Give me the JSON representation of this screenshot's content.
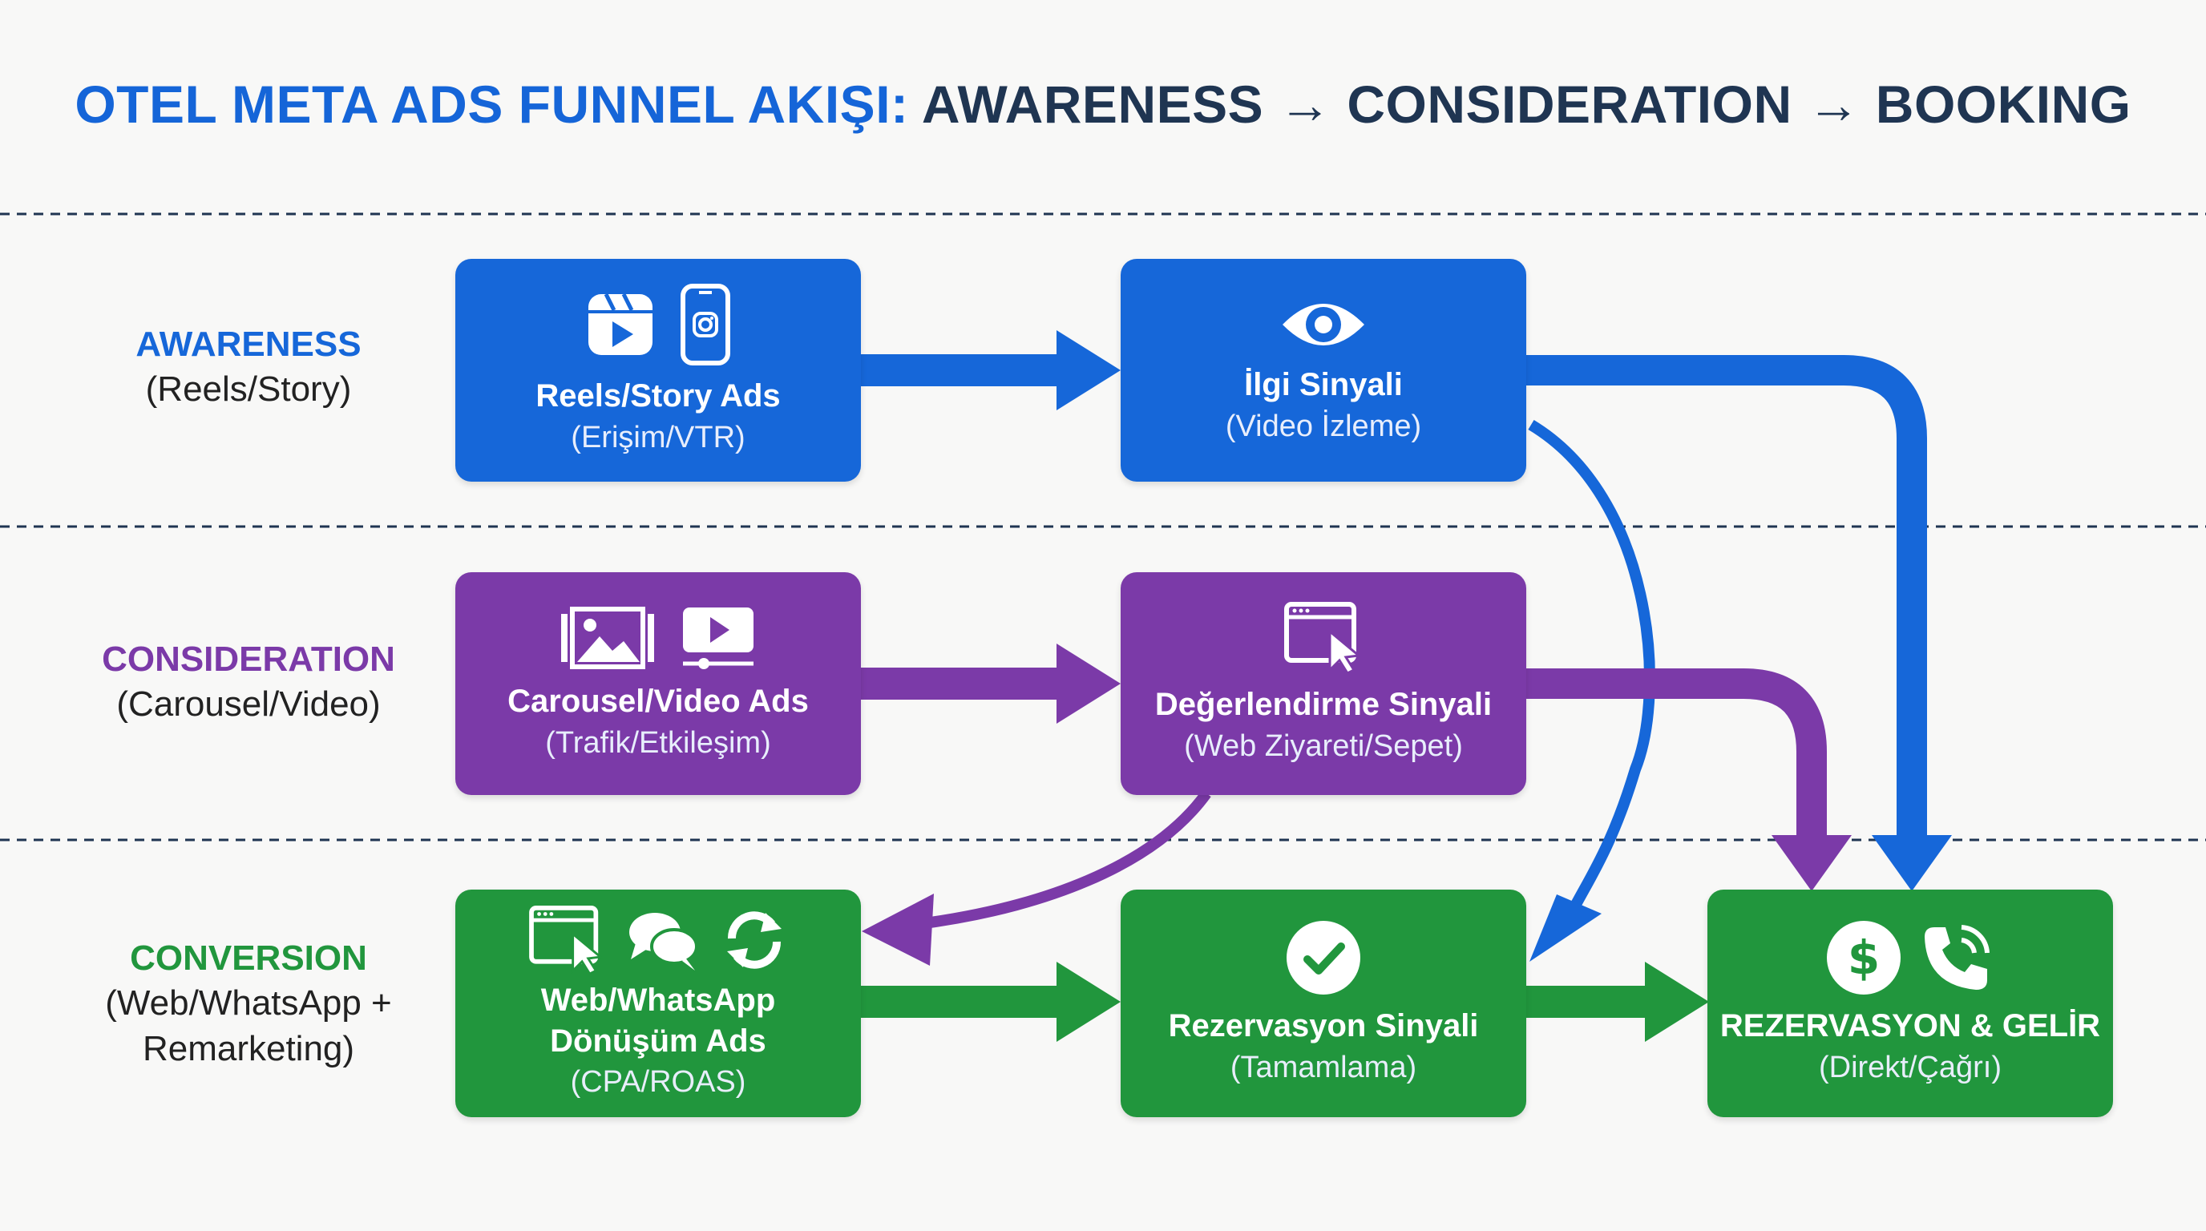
{
  "title": {
    "part1": "OTEL META ADS FUNNEL AKIŞI:",
    "part2": "AWARENESS → CONSIDERATION → BOOKING"
  },
  "colors": {
    "awareness": "#1667d9",
    "consideration": "#7b3aa8",
    "conversion": "#21963d",
    "title_accent": "#1565d8",
    "title_dark": "#1f3552",
    "divider": "#1f3552"
  },
  "stages": [
    {
      "name": "AWARENESS",
      "sub": "(Reels/Story)"
    },
    {
      "name": "CONSIDERATION",
      "sub": "(Carousel/Video)"
    },
    {
      "name": "CONVERSION",
      "sub": "(Web/WhatsApp +\nRemarketing)"
    }
  ],
  "boxes": {
    "reels_ads": {
      "title": "Reels/Story Ads",
      "sub": "(Erişim/VTR)",
      "icons": [
        "reels-icon",
        "phone-instagram-icon"
      ]
    },
    "ilgi_sinyali": {
      "title": "İlgi Sinyali",
      "sub": "(Video İzleme)",
      "icons": [
        "eye-icon"
      ]
    },
    "carousel_ads": {
      "title": "Carousel/Video Ads",
      "sub": "(Trafik/Etkileşim)",
      "icons": [
        "image-gallery-icon",
        "video-player-icon"
      ]
    },
    "degerlendirme": {
      "title": "Değerlendirme Sinyali",
      "sub": "(Web Ziyareti/Sepet)",
      "icons": [
        "browser-click-icon"
      ]
    },
    "conversion_ads": {
      "title": "Web/WhatsApp\nDönüşüm Ads",
      "sub": "(CPA/ROAS)",
      "icons": [
        "browser-click-icon",
        "chat-bubbles-icon",
        "refresh-icon"
      ]
    },
    "rezervasyon_sinyali": {
      "title": "Rezervasyon Sinyali",
      "sub": "(Tamamlama)",
      "icons": [
        "check-circle-icon"
      ]
    },
    "rezervasyon_gelir": {
      "title": "REZERVASYON & GELİR",
      "sub": "(Direkt/Çağrı)",
      "icons": [
        "dollar-circle-icon",
        "phone-call-icon"
      ]
    }
  }
}
